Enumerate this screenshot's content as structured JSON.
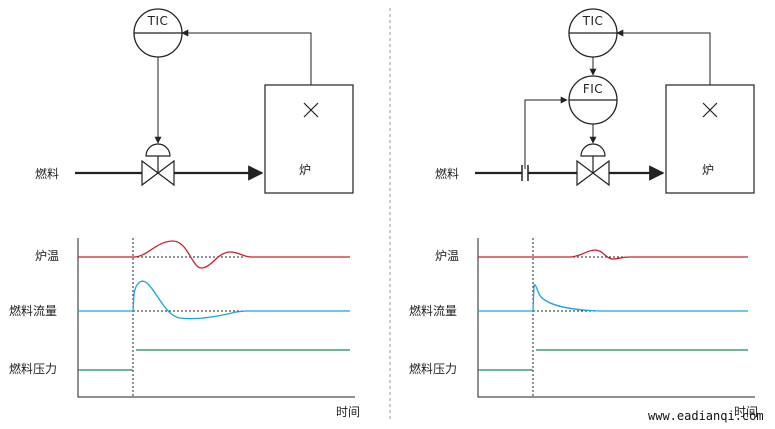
{
  "left": {
    "controller": "TIC",
    "fuel_label": "燃料",
    "furnace_label": "炉",
    "trend_labels": {
      "temp": "炉温",
      "flow": "燃料流量",
      "pressure": "燃料压力"
    },
    "time_label": "时间"
  },
  "right": {
    "controller_primary": "TIC",
    "controller_secondary": "FIC",
    "fuel_label": "燃料",
    "furnace_label": "炉",
    "trend_labels": {
      "temp": "炉温",
      "flow": "燃料流量",
      "pressure": "燃料压力"
    },
    "time_label": "时间"
  },
  "watermark": "www.eadianqi.com",
  "colors": {
    "temp": "#c8202a",
    "flow": "#1aa6dc",
    "pressure": "#1f8a5a",
    "line": "#222222"
  }
}
